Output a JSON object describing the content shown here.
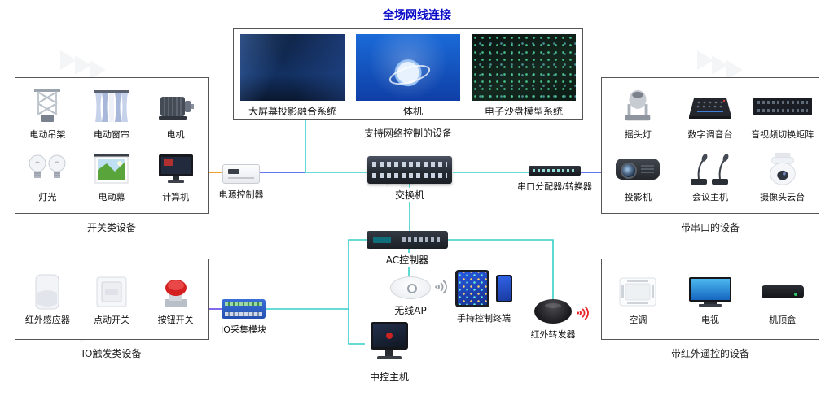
{
  "title": "全场网线连接",
  "groups": {
    "network": {
      "caption": "支持网络控制的设备",
      "items": [
        {
          "label": "大屏幕投影融合系统"
        },
        {
          "label": "一体机"
        },
        {
          "label": "电子沙盘模型系统"
        }
      ]
    },
    "switch_devices": {
      "caption": "开关类设备",
      "items": [
        {
          "label": "电动吊架"
        },
        {
          "label": "电动窗帘"
        },
        {
          "label": "电机"
        },
        {
          "label": "灯光"
        },
        {
          "label": "电动幕"
        },
        {
          "label": "计算机"
        }
      ]
    },
    "serial_devices": {
      "caption": "带串口的设备",
      "items": [
        {
          "label": "摇头灯"
        },
        {
          "label": "数字调音台"
        },
        {
          "label": "音视频切换矩阵"
        },
        {
          "label": "投影机"
        },
        {
          "label": "会议主机"
        },
        {
          "label": "摄像头云台"
        }
      ]
    },
    "io_devices": {
      "caption": "IO触发类设备",
      "items": [
        {
          "label": "红外感应器"
        },
        {
          "label": "点动开关"
        },
        {
          "label": "按钮开关"
        }
      ]
    },
    "ir_devices": {
      "caption": "带红外遥控的设备",
      "items": [
        {
          "label": "空调"
        },
        {
          "label": "电视"
        },
        {
          "label": "机顶盒"
        }
      ]
    }
  },
  "nodes": {
    "power_controller": {
      "label": "电源控制器"
    },
    "switch": {
      "label": "交换机"
    },
    "serial_splitter": {
      "label": "串口分配器/转换器"
    },
    "ac_controller": {
      "label": "AC控制器"
    },
    "wireless_ap": {
      "label": "无线AP"
    },
    "handheld": {
      "label": "手持控制终端"
    },
    "io_module": {
      "label": "IO采集模块"
    },
    "ir_transmitter": {
      "label": "红外转发器"
    },
    "central_host": {
      "label": "中控主机"
    }
  },
  "colors": {
    "title_blue": "#0a0ac8",
    "line_teal": "#35d0c8",
    "line_orange": "#f0a030",
    "line_blue": "#2f46e8",
    "line_purple": "#8468ec",
    "ir_red": "#e8262a"
  }
}
